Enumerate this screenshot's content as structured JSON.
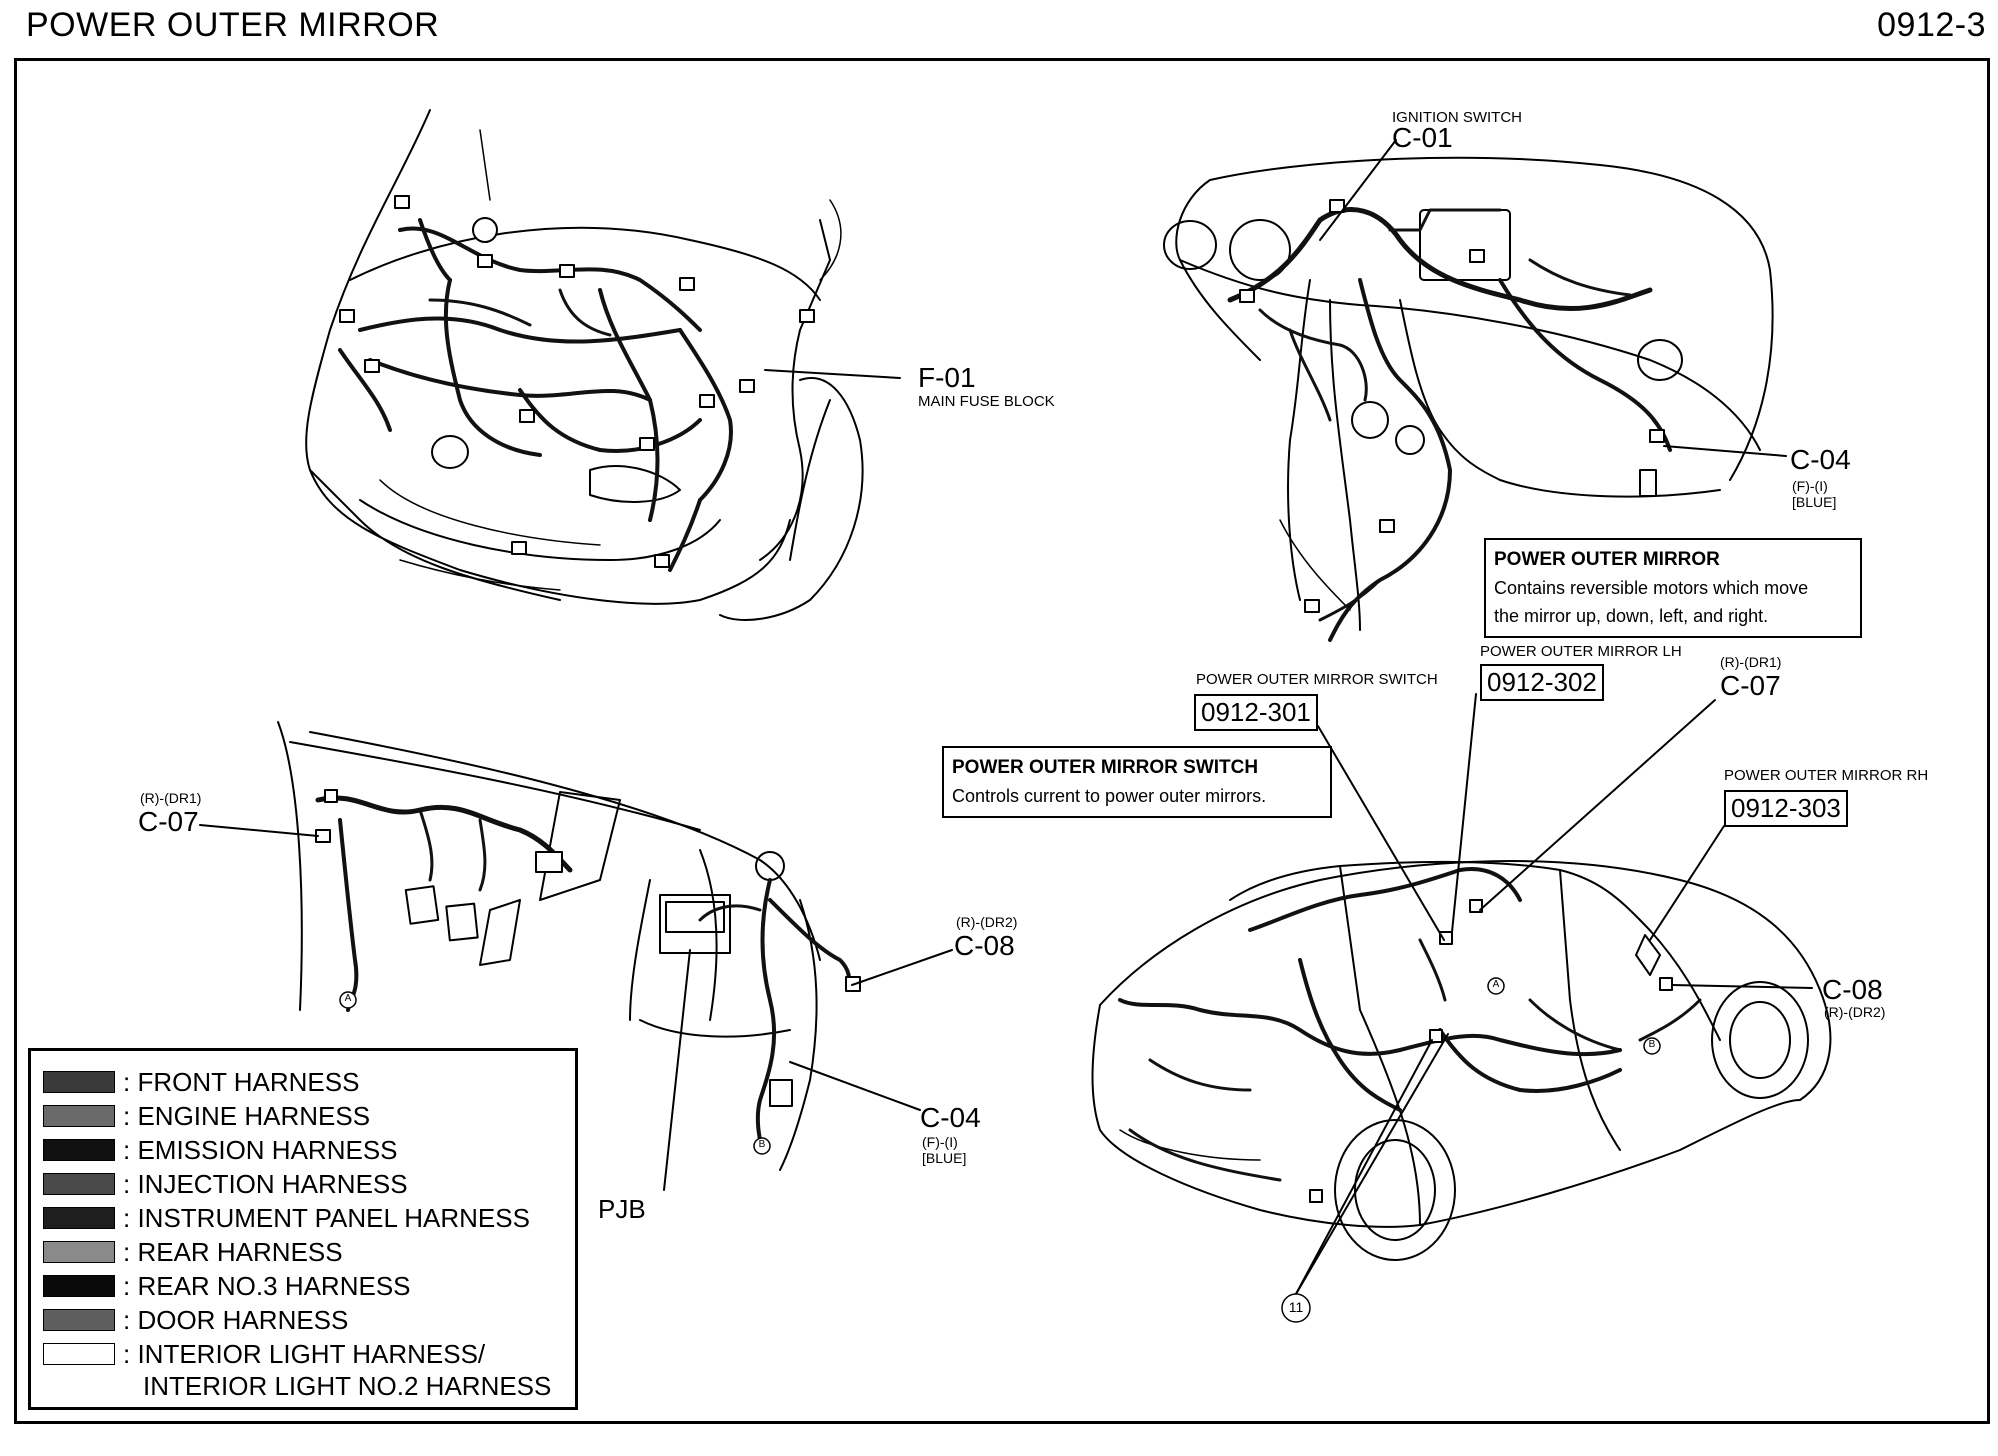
{
  "header": {
    "title": "POWER OUTER MIRROR",
    "page": "0912-3"
  },
  "engine_view": {
    "f01_code": "F-01",
    "f01_name": "MAIN FUSE BLOCK"
  },
  "dash_view": {
    "ign_name": "IGNITION SWITCH",
    "ign_code": "C-01",
    "c04_code": "C-04",
    "c04_pos": "(F)-(I)",
    "c04_color": "[BLUE]"
  },
  "notes": {
    "mirror_title": "POWER OUTER MIRROR",
    "mirror_line1": "Contains reversible motors which move",
    "mirror_line2": "the mirror up, down, left, and right.",
    "switch_title": "POWER OUTER MIRROR SWITCH",
    "switch_line1": "Controls current to power outer mirrors."
  },
  "car_view": {
    "switch_name": "POWER OUTER MIRROR SWITCH",
    "switch_ref": "0912-301",
    "lh_name": "POWER OUTER MIRROR LH",
    "lh_ref": "0912-302",
    "c07_pos": "(R)-(DR1)",
    "c07_code": "C-07",
    "rh_name": "POWER OUTER MIRROR RH",
    "rh_ref": "0912-303",
    "c08_code": "C-08",
    "c08_pos": "(R)-(DR2)",
    "marker_11": "11",
    "marker_a": "A",
    "marker_b": "B"
  },
  "door_view": {
    "c07_pos": "(R)-(DR1)",
    "c07_code": "C-07",
    "c08_pos": "(R)-(DR2)",
    "c08_code": "C-08",
    "c04_code": "C-04",
    "c04_pos": "(F)-(I)",
    "c04_color": "[BLUE]",
    "pjb": "PJB",
    "marker_a": "A",
    "marker_b": "B"
  },
  "legend": {
    "items": [
      {
        "label": ": FRONT HARNESS",
        "color": "#3a3a3a"
      },
      {
        "label": ": ENGINE HARNESS",
        "color": "#6a6a6a"
      },
      {
        "label": ": EMISSION HARNESS",
        "color": "#111111"
      },
      {
        "label": ": INJECTION HARNESS",
        "color": "#4a4a4a"
      },
      {
        "label": ": INSTRUMENT PANEL HARNESS",
        "color": "#1e1e1e"
      },
      {
        "label": ": REAR HARNESS",
        "color": "#8a8a8a"
      },
      {
        "label": ": REAR NO.3 HARNESS",
        "color": "#0a0a0a"
      },
      {
        "label": ": DOOR HARNESS",
        "color": "#5e5e5e"
      },
      {
        "label": ": INTERIOR LIGHT HARNESS/",
        "color": "#ffffff"
      }
    ],
    "continuation": "INTERIOR LIGHT NO.2 HARNESS"
  }
}
